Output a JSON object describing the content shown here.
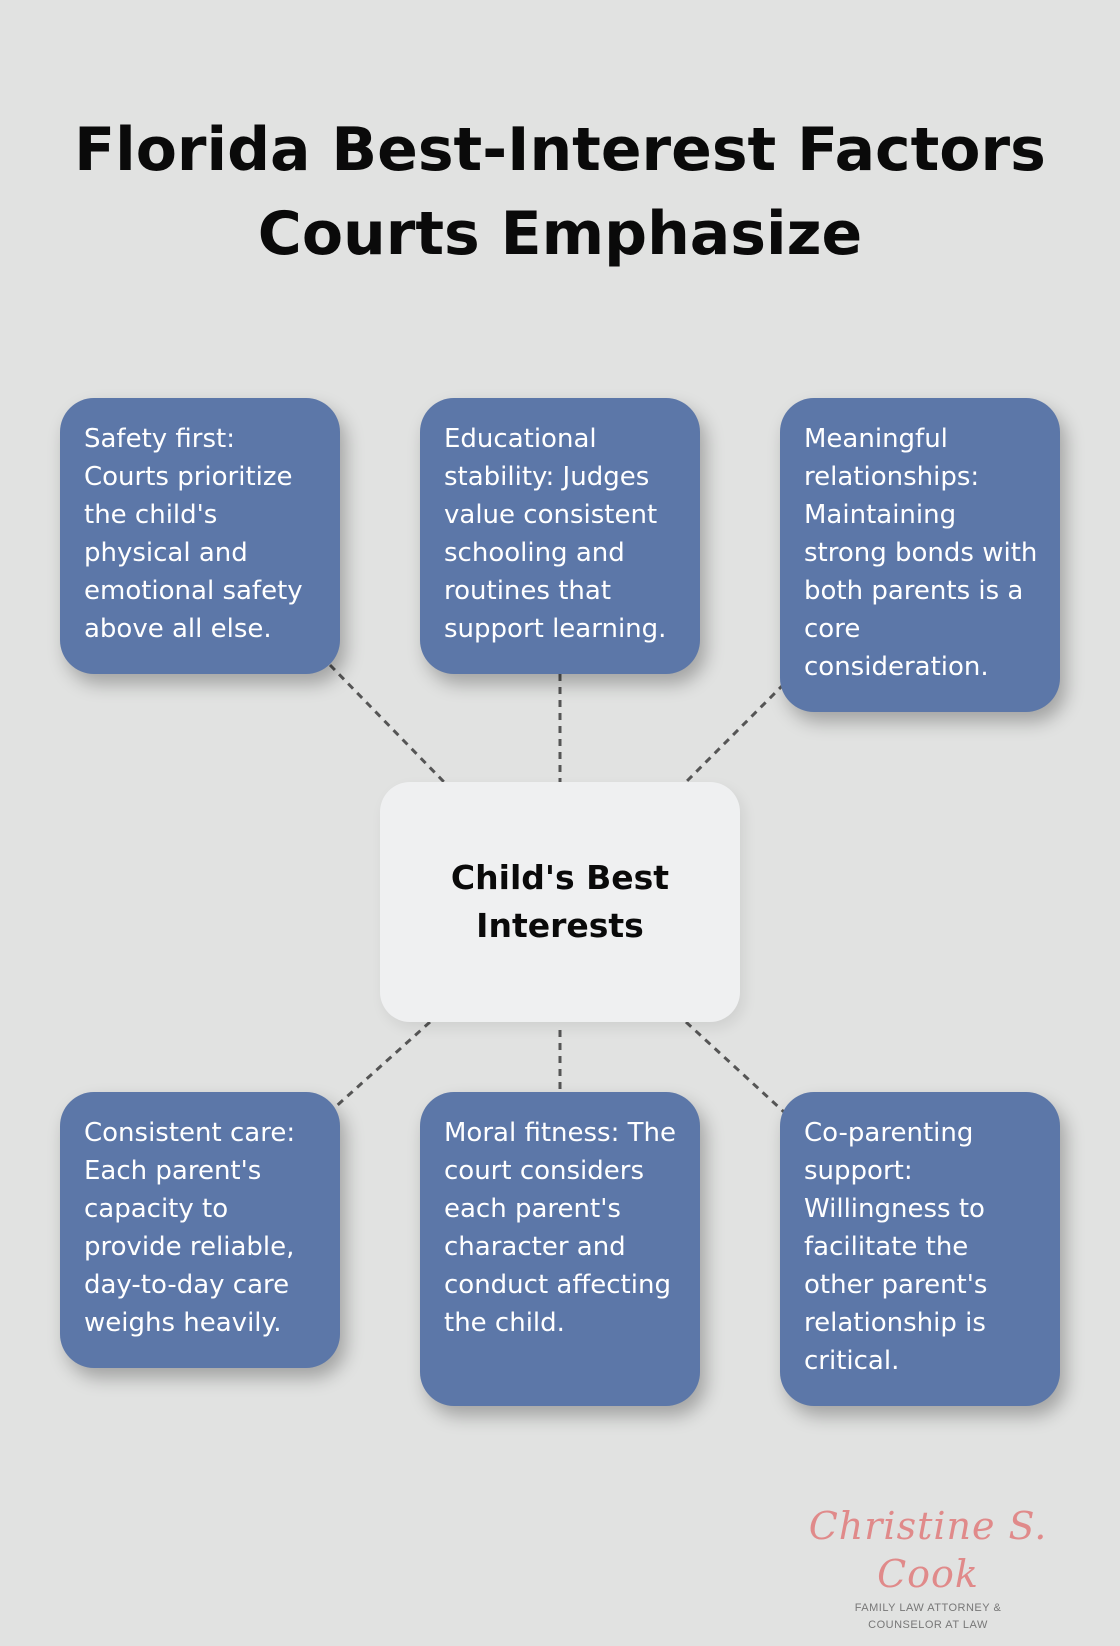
{
  "title": {
    "line1": "Florida Best-Interest Factors",
    "line2": "Courts Emphasize"
  },
  "center": {
    "label": "Child's Best Interests"
  },
  "factors": [
    {
      "text": "Safety first: Courts prioritize the child's physical and emotional safety above all else."
    },
    {
      "text": "Educational stability: Judges value consistent schooling and routines that support learning."
    },
    {
      "text": "Meaningful relationships: Maintaining strong bonds with both parents is a core consideration."
    },
    {
      "text": "Consistent care: Each parent's capacity to provide reliable, day-to-day care weighs heavily."
    },
    {
      "text": "Moral fitness: The court considers each parent's character and conduct affecting the child."
    },
    {
      "text": "Co-parenting support: Willingness to facilitate the other parent's relationship is critical."
    }
  ],
  "logo": {
    "name": "Christine S. Cook",
    "subtitle_line1": "FAMILY LAW ATTORNEY &",
    "subtitle_line2": "COUNSELOR AT LAW"
  },
  "colors": {
    "background": "#e1e2e1",
    "card": "#5c77a8",
    "center_card": "#eff0f1",
    "connector": "#555555",
    "logo_accent": "#e08a8a"
  }
}
